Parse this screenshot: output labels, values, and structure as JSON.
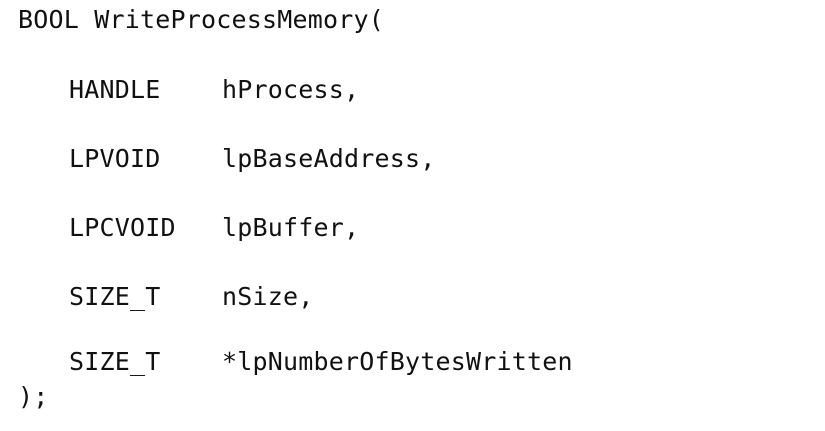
{
  "signature": {
    "open": "BOOL WriteProcessMemory(",
    "close": ");"
  },
  "params": [
    {
      "type": "HANDLE",
      "name": "hProcess,"
    },
    {
      "type": "LPVOID",
      "name": "lpBaseAddress,"
    },
    {
      "type": "LPCVOID",
      "name": "lpBuffer,"
    },
    {
      "type": "SIZE_T",
      "name": "nSize,"
    },
    {
      "type": "SIZE_T",
      "name": "*lpNumberOfBytesWritten"
    }
  ]
}
